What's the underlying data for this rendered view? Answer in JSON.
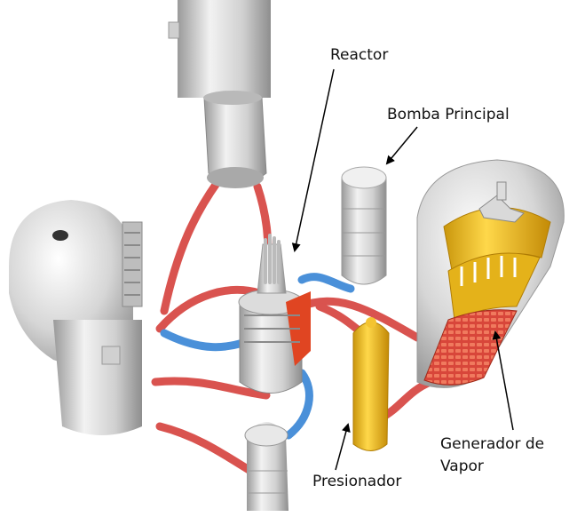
{
  "labels": {
    "reactor": "Reactor",
    "bomba_principal": "Bomba Principal",
    "generador_line1": "Generador de",
    "generador_line2": "Vapor",
    "presionador": "Presionador"
  },
  "colors": {
    "hot_pipe": "#d9534f",
    "cold_pipe": "#4a90d9",
    "vessel_gray": "#c9c9c9",
    "pressurizer_yellow": "#f2c21b",
    "tube_bundle_red": "#d8463a",
    "arrow": "#000000"
  },
  "icons": {
    "reactor_vessel": "reactor-vessel-icon",
    "main_pump": "pump-icon",
    "steam_generator": "steam-generator-icon",
    "pressurizer": "pressurizer-icon"
  }
}
